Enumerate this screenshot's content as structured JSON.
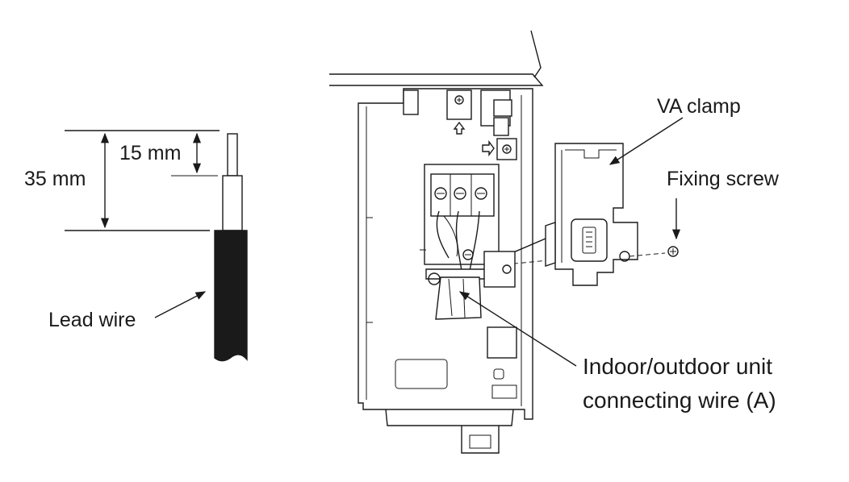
{
  "labels": {
    "dim_35": "35 mm",
    "dim_15": "15 mm",
    "lead_wire": "Lead wire",
    "va_clamp": "VA clamp",
    "fixing_screw": "Fixing screw",
    "connecting_wire_line1": "Indoor/outdoor unit",
    "connecting_wire_line2": "connecting wire (A)"
  }
}
